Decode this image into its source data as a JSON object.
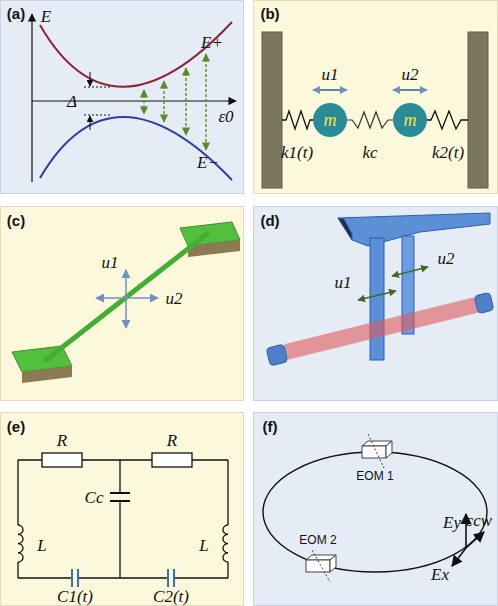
{
  "diagram": {
    "nodes": [
      {
        "text": [
          "m"
        ]
      },
      {
        "text": [
          "m"
        ]
      }
    ],
    "edges": [
      {
        "from": 0,
        "to": 1,
        "arrow": "none",
        "label": "kc"
      }
    ],
    "labels": [
      "(a)",
      "E",
      "E+",
      "Δ",
      "ε0",
      "E−",
      "(b)",
      "u1",
      "u2",
      "k1(t)",
      "k2(t)",
      "(c)",
      "u1",
      "u2",
      "(d)",
      "u1",
      "u2",
      "(e)",
      "R",
      "R",
      "Cc",
      "L",
      "L",
      "C1(t)",
      "C2(t)",
      "(f)",
      "EOM 1",
      "EOM 2",
      "Ey",
      "ccw",
      "Ex"
    ]
  }
}
